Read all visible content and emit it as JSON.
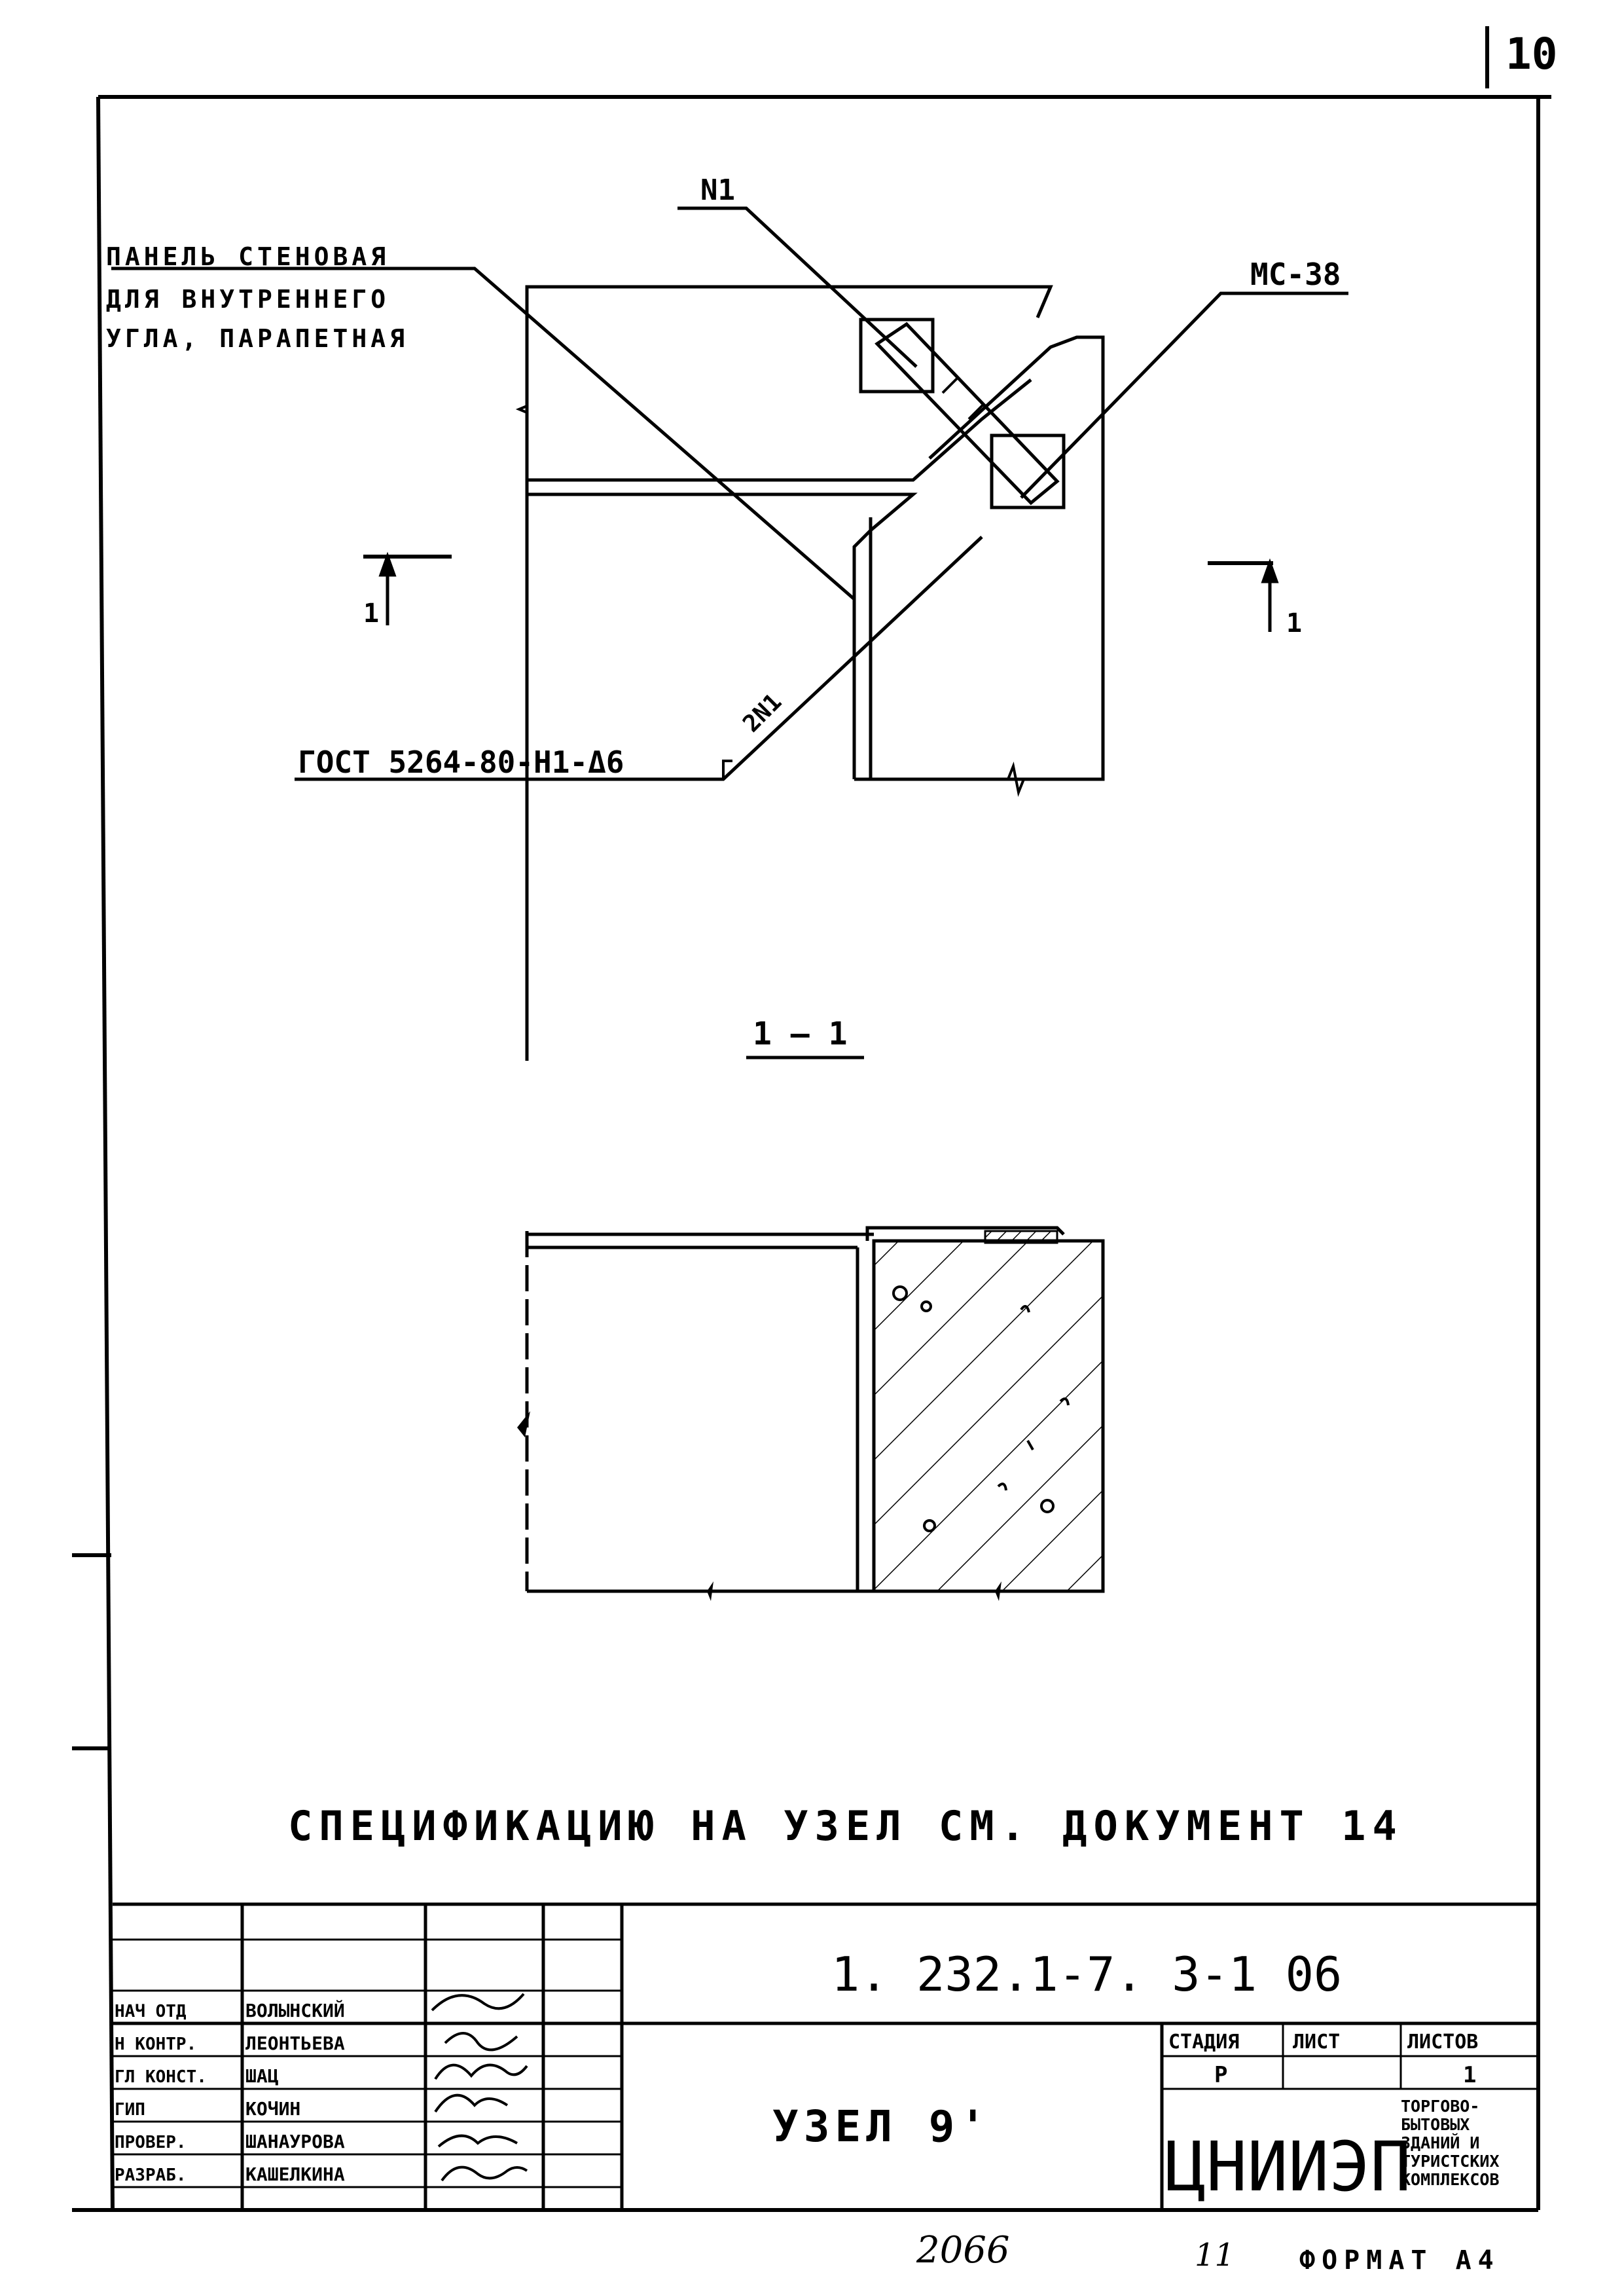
{
  "sheet_number": "10",
  "labels": {
    "n1": "N1",
    "mc38": "МС-38",
    "panel_line1": "ПАНЕЛЬ СТЕНОВАЯ",
    "panel_line2": "ДЛЯ ВНУТРЕННЕГО",
    "panel_line3": "УГЛА, ПАРАПЕТНАЯ",
    "two_n1": "2N1",
    "gost": "ГОСТ 5264-80-Н1-Δ6",
    "section_mark": "1",
    "section_title": "1 – 1"
  },
  "note": "СПЕЦИФИКАЦИЮ НА УЗЕЛ  СМ. ДОКУМЕНТ 14",
  "title_block": {
    "doc_code": "1. 232.1-7. 3-1  06",
    "node_title": "УЗЕЛ 9'",
    "roles": [
      {
        "role": "НАЧ ОТД",
        "name": "ВОЛЫНСКИЙ"
      },
      {
        "role": "Н КОНТР.",
        "name": "ЛЕОНТЬЕВА"
      },
      {
        "role": "ГЛ КОНСТ.",
        "name": "ШАЦ"
      },
      {
        "role": "ГИП",
        "name": "КОЧИН"
      },
      {
        "role": "ПРОВЕР.",
        "name": "ШАНАУРОВА"
      },
      {
        "role": "РАЗРАБ.",
        "name": "КАШЕЛКИНА"
      }
    ],
    "stage_label": "СТАДИЯ",
    "sheet_label": "ЛИСТ",
    "sheets_label": "ЛИСТОВ",
    "stage": "Р",
    "sheet": "",
    "sheets": "1",
    "org": "ЦНИИЭП",
    "org_desc": [
      "ТОРГОВО-",
      "БЫТОВЫХ",
      "ЗДАНИЙ И",
      "ТУРИСТСКИХ",
      "КОМПЛЕКСОВ"
    ]
  },
  "footer": {
    "inv": "2066",
    "copy": "11",
    "format": "ФОРМАТ А4"
  }
}
